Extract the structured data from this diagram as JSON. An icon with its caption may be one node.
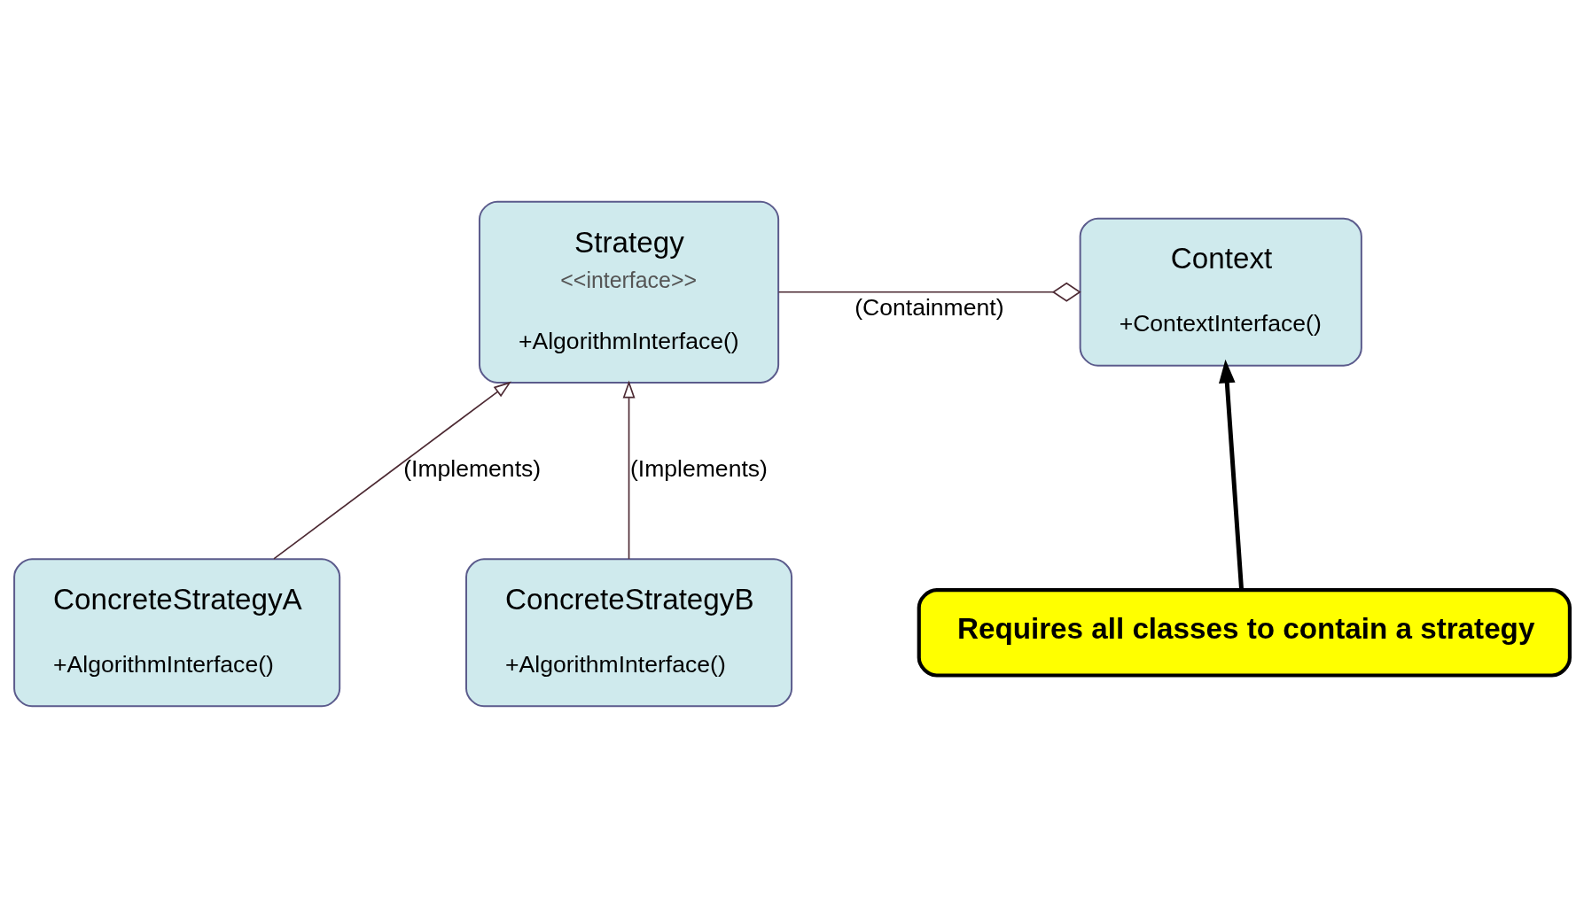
{
  "diagram": {
    "nodes": [
      {
        "text": [
          "Context",
          "+ContextInterface()"
        ]
      },
      {
        "text": [
          "Strategy",
          "<<interface>>",
          "+AlgorithmInterface()"
        ]
      },
      {
        "text": [
          "Requires all classes to contain a strategy"
        ]
      },
      {
        "text": [
          "ConcreteStrategyA",
          "+AlgorithmInterface()"
        ]
      },
      {
        "text": [
          "ConcreteStrategyB",
          "+AlgorithmInterface()"
        ]
      }
    ],
    "edges": [
      {
        "from": 1,
        "to": 0,
        "arrow": "other",
        "label": "(Containment)"
      },
      {
        "from": 3,
        "to": 1,
        "arrow": "to",
        "label": "(Implements)"
      },
      {
        "from": 4,
        "to": 1,
        "arrow": "to",
        "label": "(Implements)"
      },
      {
        "from": 2,
        "to": 0,
        "arrow": "to",
        "style": "thick",
        "color": "#000000"
      }
    ]
  }
}
